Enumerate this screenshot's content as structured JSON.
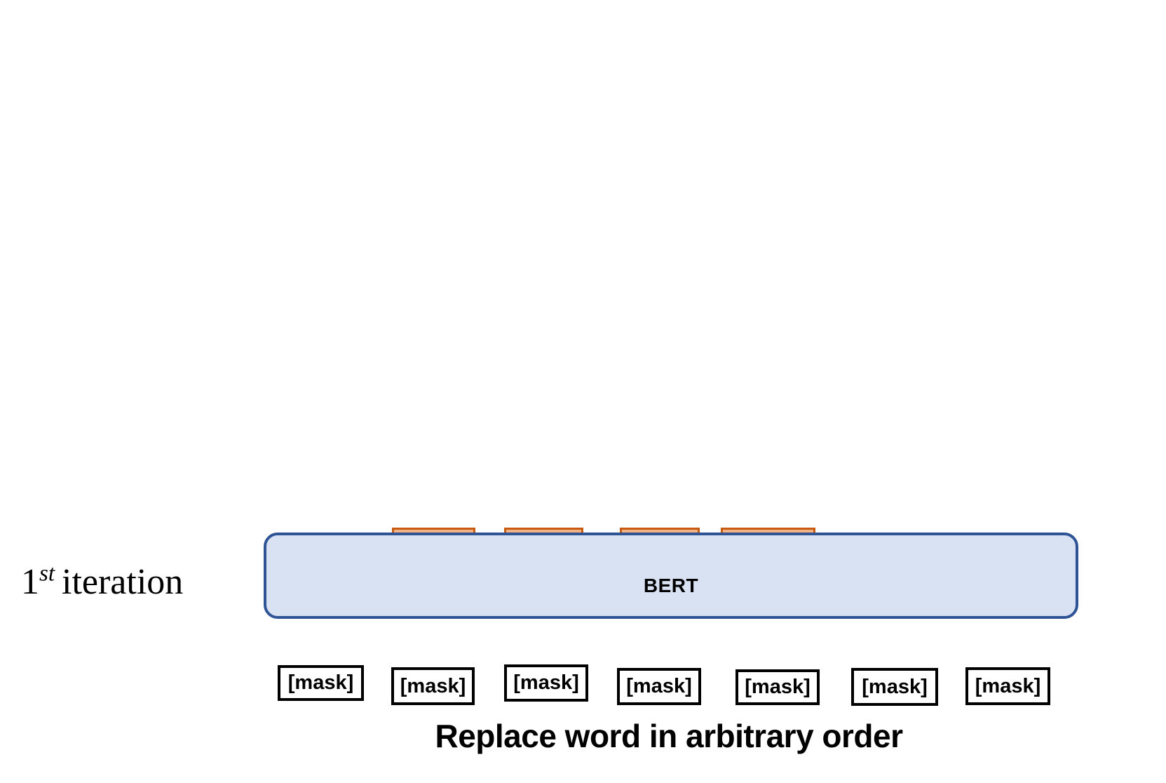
{
  "figure": {
    "iteration_label": {
      "base": "1",
      "sup": "st",
      "rest": "iteration"
    },
    "model": {
      "name": "BERT"
    },
    "mask_tokens": [
      "[mask]",
      "[mask]",
      "[mask]",
      "[mask]",
      "[mask]",
      "[mask]",
      "[mask]"
    ],
    "caption": "Replace word in arbitrary order",
    "colors": {
      "model_fill": "#D9E2F3",
      "model_border": "#2F5496",
      "token_border": "#C55A11",
      "token_fill": "#F4B183"
    }
  }
}
